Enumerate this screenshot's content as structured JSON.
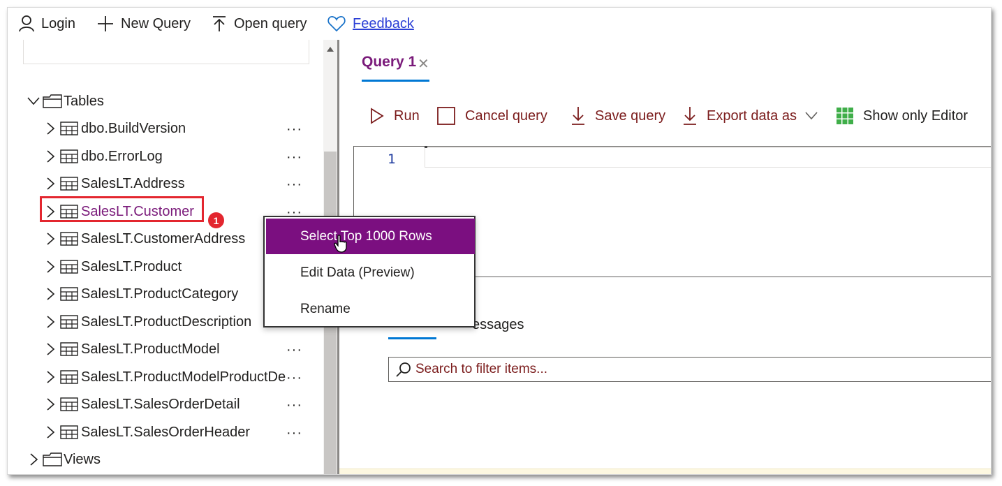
{
  "toolbar": {
    "login": "Login",
    "new_query": "New Query",
    "open_query": "Open query",
    "feedback": "Feedback"
  },
  "tree": {
    "folder_tables": "Tables",
    "tables": [
      "dbo.BuildVersion",
      "dbo.ErrorLog",
      "SalesLT.Address",
      "SalesLT.Customer",
      "SalesLT.CustomerAddress",
      "SalesLT.Product",
      "SalesLT.ProductCategory",
      "SalesLT.ProductDescription",
      "SalesLT.ProductModel",
      "SalesLT.ProductModelProductDe",
      "SalesLT.SalesOrderDetail",
      "SalesLT.SalesOrderHeader"
    ],
    "more_label": "···",
    "folder_views": "Views",
    "selected_table": "SalesLT.Customer",
    "callout_number": "1"
  },
  "editor": {
    "tab_label": "Query 1",
    "tab_close": "✕",
    "actions": {
      "run": "Run",
      "cancel": "Cancel query",
      "save": "Save query",
      "export": "Export data as",
      "show_editor": "Show only Editor"
    },
    "line_number": "1",
    "messages_tab_partial": "essages",
    "search_placeholder": "Search to filter items..."
  },
  "context_menu": {
    "items": [
      "Select Top 1000 Rows",
      "Edit Data (Preview)",
      "Rename"
    ],
    "active_index": 0
  },
  "colors": {
    "accent_purple": "#7b0f80",
    "selection_text": "#7a1a7a",
    "callout_red": "#e3262f",
    "toolbar_text": "#7b1c1c",
    "link_blue": "#2b3fd6",
    "tab_underline": "#0078d4",
    "editor_grid_icon": "#3fae49"
  }
}
